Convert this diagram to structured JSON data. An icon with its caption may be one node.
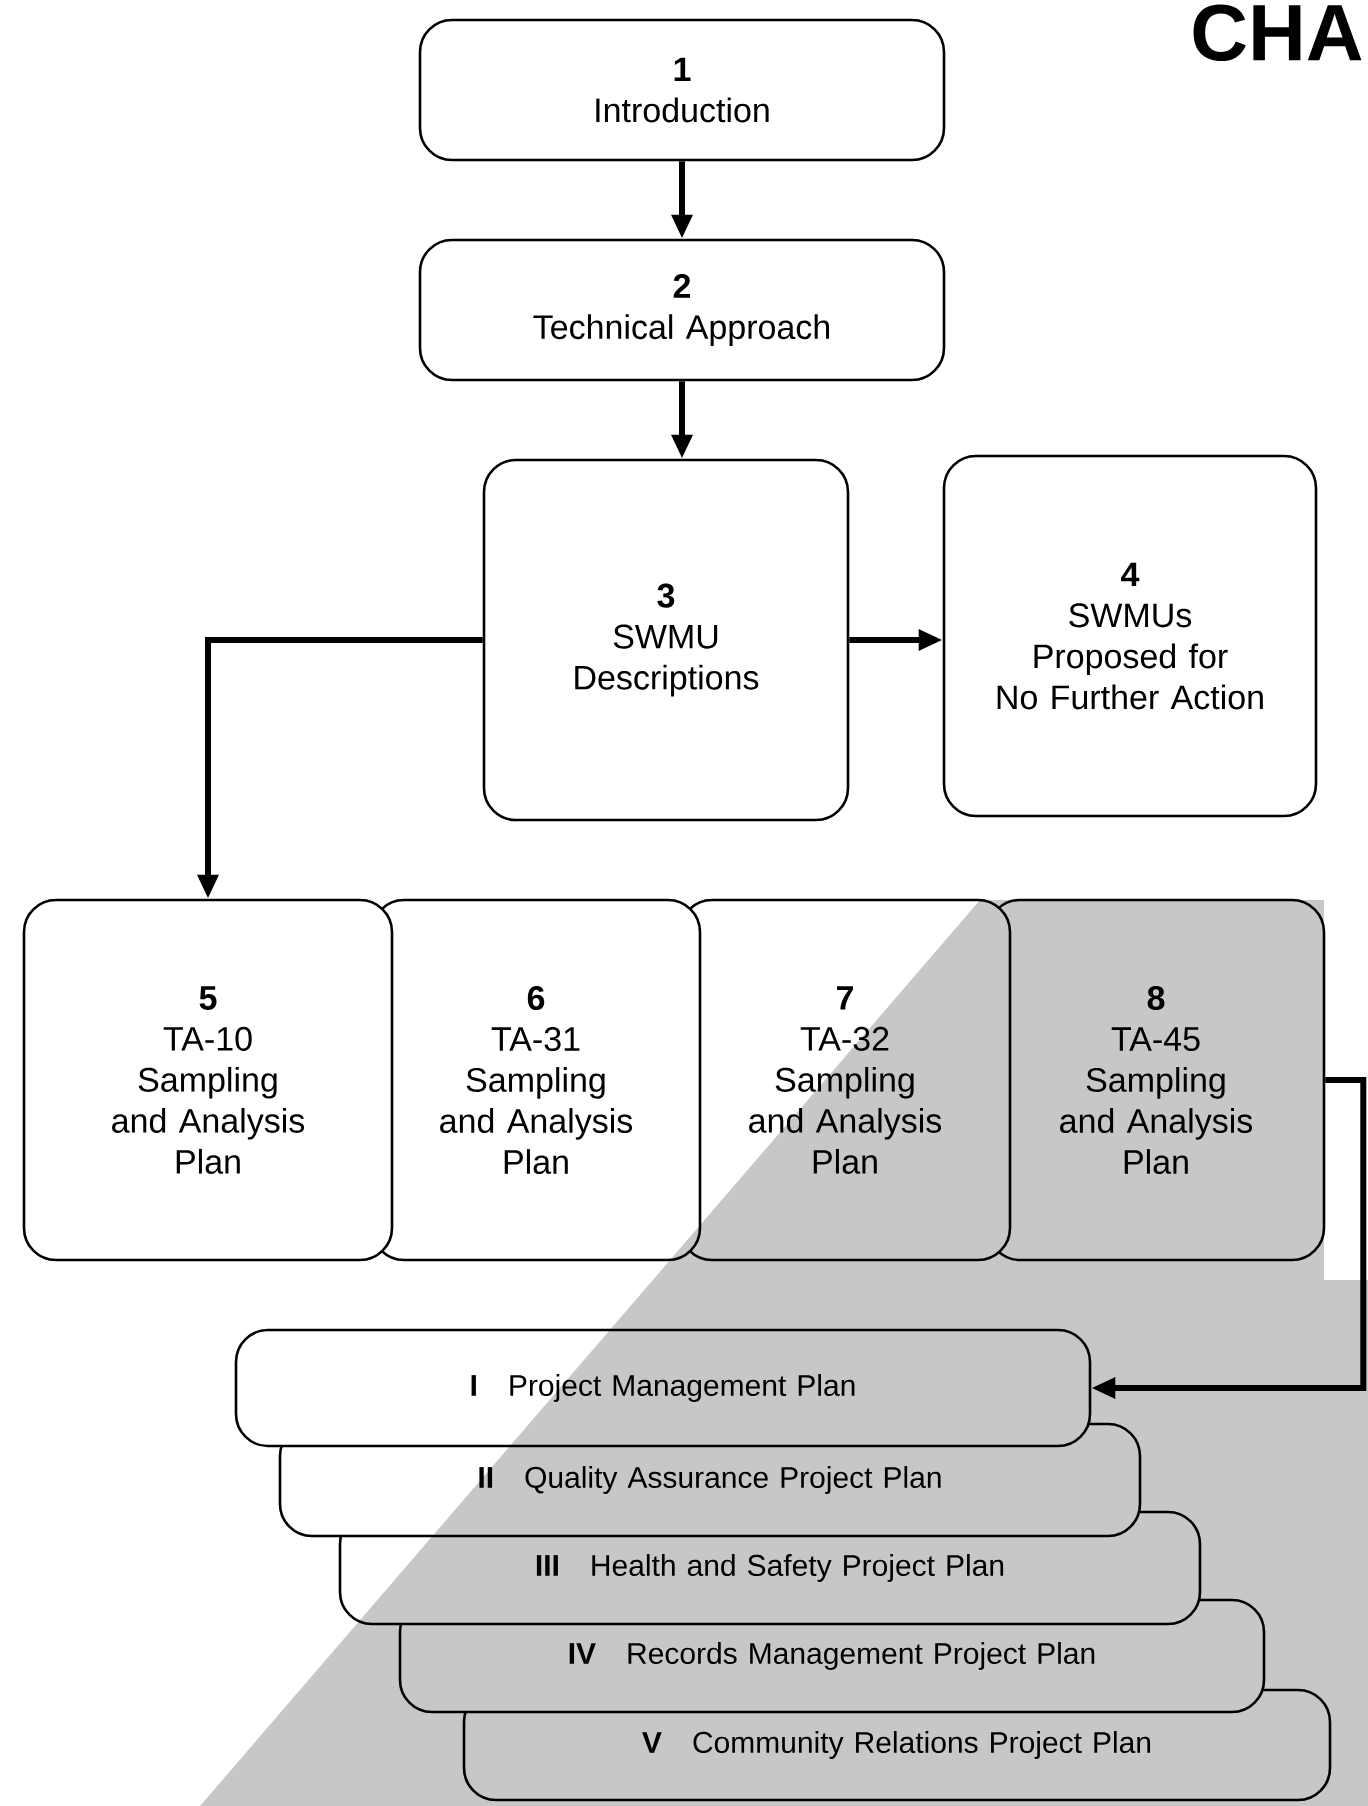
{
  "diagram": {
    "title": "CHA",
    "nodes": [
      {
        "text": [
          "1",
          "Introduction"
        ]
      },
      {
        "text": [
          "2",
          "Technical Approach"
        ]
      },
      {
        "text": [
          "3",
          "SWMU Descriptions"
        ]
      },
      {
        "text": [
          "4",
          "SWMUs Proposed for No Further Action"
        ]
      },
      {
        "text": [
          "5",
          "TA-10 Sampling and Analysis Plan"
        ]
      },
      {
        "text": [
          "6",
          "TA-31 Sampling and Analysis Plan"
        ]
      },
      {
        "text": [
          "7",
          "TA-32 Sampling and Analysis Plan"
        ]
      },
      {
        "text": [
          "8",
          "TA-45 Sampling and Analysis Plan"
        ]
      },
      {
        "text": [
          "I",
          "Project Management Plan"
        ]
      },
      {
        "text": [
          "II",
          "Quality Assurance Project Plan"
        ]
      },
      {
        "text": [
          "III",
          "Health and Safety Project Plan"
        ]
      },
      {
        "text": [
          "IV",
          "Records Management Project Plan"
        ]
      },
      {
        "text": [
          "V",
          "Community Relations Project Plan"
        ]
      }
    ],
    "edges": [
      {
        "from": 0,
        "to": 1,
        "arrow": "to"
      },
      {
        "from": 1,
        "to": 2,
        "arrow": "to"
      },
      {
        "from": 2,
        "to": 3,
        "arrow": "to"
      },
      {
        "from": 2,
        "to": 4,
        "arrow": "to"
      },
      {
        "from": 7,
        "to": 8,
        "arrow": "to"
      }
    ]
  }
}
